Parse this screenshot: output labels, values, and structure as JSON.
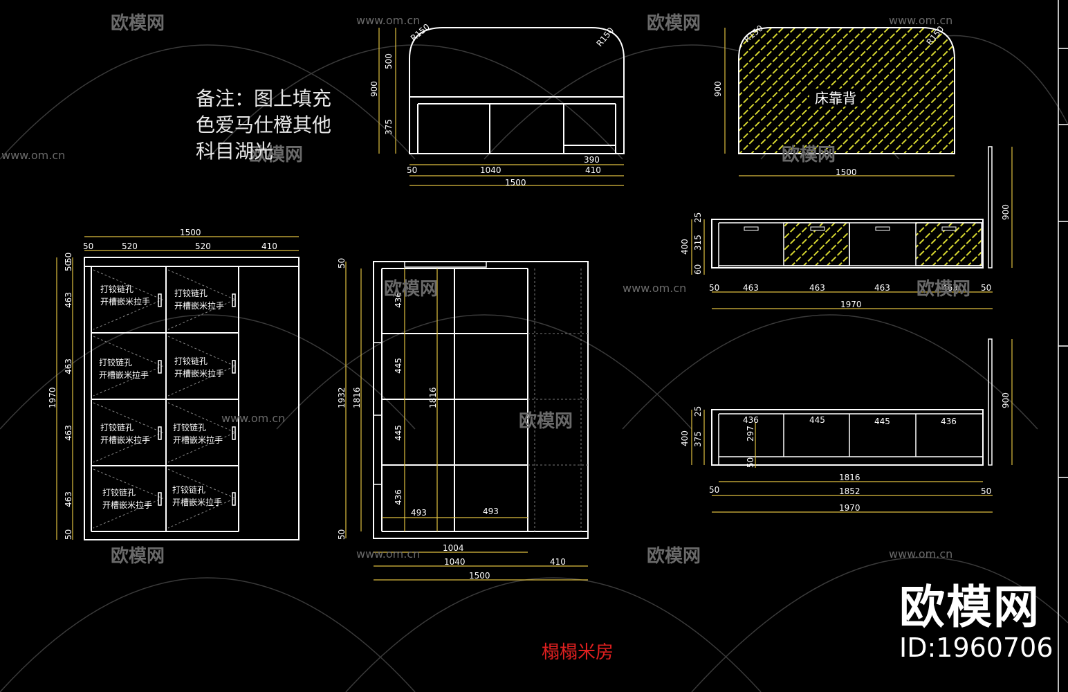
{
  "note": {
    "lines": [
      "备注：图上填充",
      "色爱马仕橙其他",
      "科目湖光"
    ]
  },
  "room_label": "榻榻米房",
  "fill_label": "床靠背",
  "brand": {
    "name": "欧模网",
    "id": "ID:1960706"
  },
  "watermark": {
    "logo_text": "欧模网",
    "url": "www.om.cn"
  },
  "colors": {
    "background": "#000000",
    "lines": "#ffffff",
    "dimensions": "#e0c040",
    "hatch": "#d8d830",
    "annotation": "#ffffff",
    "room_label": "#e02020"
  },
  "headboard_front": {
    "heights": [
      "500",
      "900",
      "375"
    ],
    "radii": [
      "R150",
      "R150"
    ],
    "widths_row1": [
      "50",
      "1040",
      "390",
      "410"
    ],
    "total": "1500"
  },
  "headboard_fill": {
    "height": "900",
    "width": "1500",
    "radii": [
      "R150",
      "R150"
    ]
  },
  "wardrobe_front": {
    "total_width": "1500",
    "widths": [
      "50",
      "520",
      "520",
      "410"
    ],
    "heights": [
      "50",
      "50",
      "463",
      "463",
      "463",
      "463",
      "50"
    ],
    "total_height": "1970",
    "door_notes": [
      [
        "打铰链孔",
        "开槽嵌米拉手"
      ],
      [
        "打铰链孔",
        "开槽嵌米拉手"
      ],
      [
        "打铰链孔",
        "开槽嵌米拉手"
      ],
      [
        "打铰链孔",
        "开槽嵌米拉手"
      ],
      [
        "打铰链孔",
        "开槽嵌米拉手"
      ],
      [
        "打铰链孔",
        "开槽嵌米拉手"
      ],
      [
        "打铰链孔",
        "开槽嵌米拉手"
      ],
      [
        "打铰链孔",
        "开槽嵌米拉手"
      ]
    ]
  },
  "wardrobe_inner": {
    "heights_left": [
      "50",
      "1932",
      "50"
    ],
    "heights_inner": [
      "1816"
    ],
    "cells": [
      "436",
      "445",
      "445",
      "436"
    ],
    "mid_height": "1816",
    "cell_widths": [
      "493",
      "493"
    ],
    "widths": [
      "1004",
      "1040",
      "410"
    ],
    "total": "1500"
  },
  "bed_front": {
    "heights": [
      "25",
      "315",
      "60",
      "400"
    ],
    "post_height": "900",
    "widths": [
      "50",
      "463",
      "463",
      "463",
      "463",
      "50"
    ],
    "total": "1970"
  },
  "bed_inner": {
    "heights": [
      "25",
      "375",
      "400"
    ],
    "post_height": "900",
    "cells": [
      "436",
      "445",
      "445",
      "436"
    ],
    "inner_h": "297",
    "foot": "50",
    "inner_total": "1816",
    "mid_total": "1852",
    "ends": [
      "50",
      "50"
    ],
    "total": "1970"
  }
}
